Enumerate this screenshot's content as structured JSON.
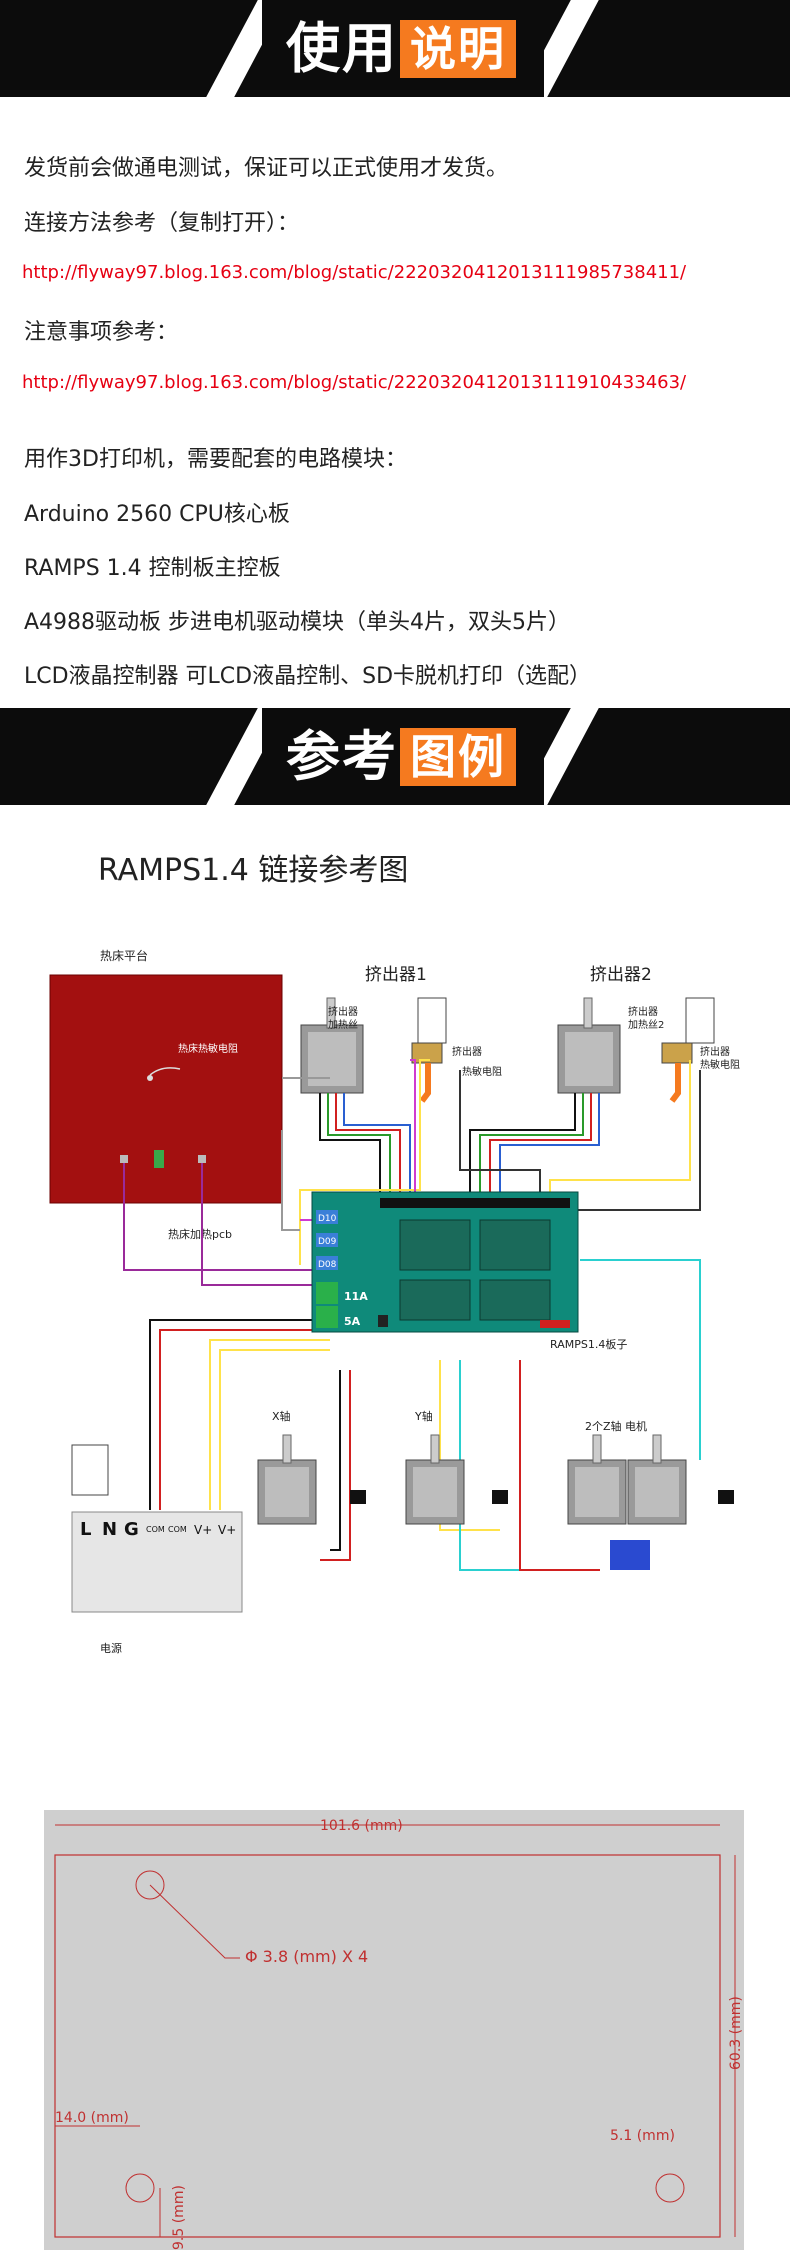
{
  "banner1": {
    "white": "使用",
    "orange": "说明"
  },
  "intro": {
    "line1": "发货前会做通电测试，保证可以正式使用才发货。",
    "line2": "连接方法参考（复制打开）：",
    "link1": "http://flyway97.blog.163.com/blog/static/2220320412013111985738411/",
    "line3": "注意事项参考：",
    "link2": "http://flyway97.blog.163.com/blog/static/2220320412013111910433463/",
    "line4": "用作3D打印机，需要配套的电路模块：",
    "items": [
      "Arduino 2560   CPU核心板",
      "RAMPS 1.4 控制板主控板",
      "A4988驱动板 步进电机驱动模块（单头4片，双头5片）",
      "LCD液晶控制器 可LCD液晶控制、SD卡脱机打印（选配）"
    ]
  },
  "banner2": {
    "white": "参考",
    "orange": "图例"
  },
  "wiring": {
    "title": "RAMPS1.4  链接参考图",
    "heatbed_label": "热床平台",
    "heatbed_thermistor": "热床热敏电阻",
    "heatbed_pcb": "热床加热pcb",
    "extruder1": "挤出器1",
    "extruder2": "挤出器2",
    "ext1_heater": [
      "挤出器",
      "加热丝"
    ],
    "ext1_thermistor": [
      "挤出器",
      "热敏电阻"
    ],
    "ext2_heater": [
      "挤出器",
      "加热丝2"
    ],
    "ext2_thermistor": [
      "挤出器",
      "热敏电阻"
    ],
    "pins": [
      "D10",
      "D09",
      "D08"
    ],
    "current_11a": "11A",
    "current_5a": "5A",
    "board_label": "RAMPS1.4板子",
    "x_axis": "X轴",
    "y_axis": "Y轴",
    "z_axis": "2个Z轴  电机",
    "psu_label": "电源",
    "psu_terminals": [
      "L",
      "N",
      "G",
      "COM",
      "COM",
      "V+",
      "V+"
    ],
    "colors": {
      "bed": "#a31010",
      "board": "#0f8a7a",
      "orange": "#f57a1f"
    }
  },
  "dimensions": {
    "width": "101.6 (mm)",
    "height": "60.3 (mm)",
    "hole": "Φ 3.8 (mm) X 4",
    "left_offset": "14.0 (mm)",
    "bottom_offset": "9.5 (mm)",
    "right_offset": "5.1 (mm)"
  }
}
